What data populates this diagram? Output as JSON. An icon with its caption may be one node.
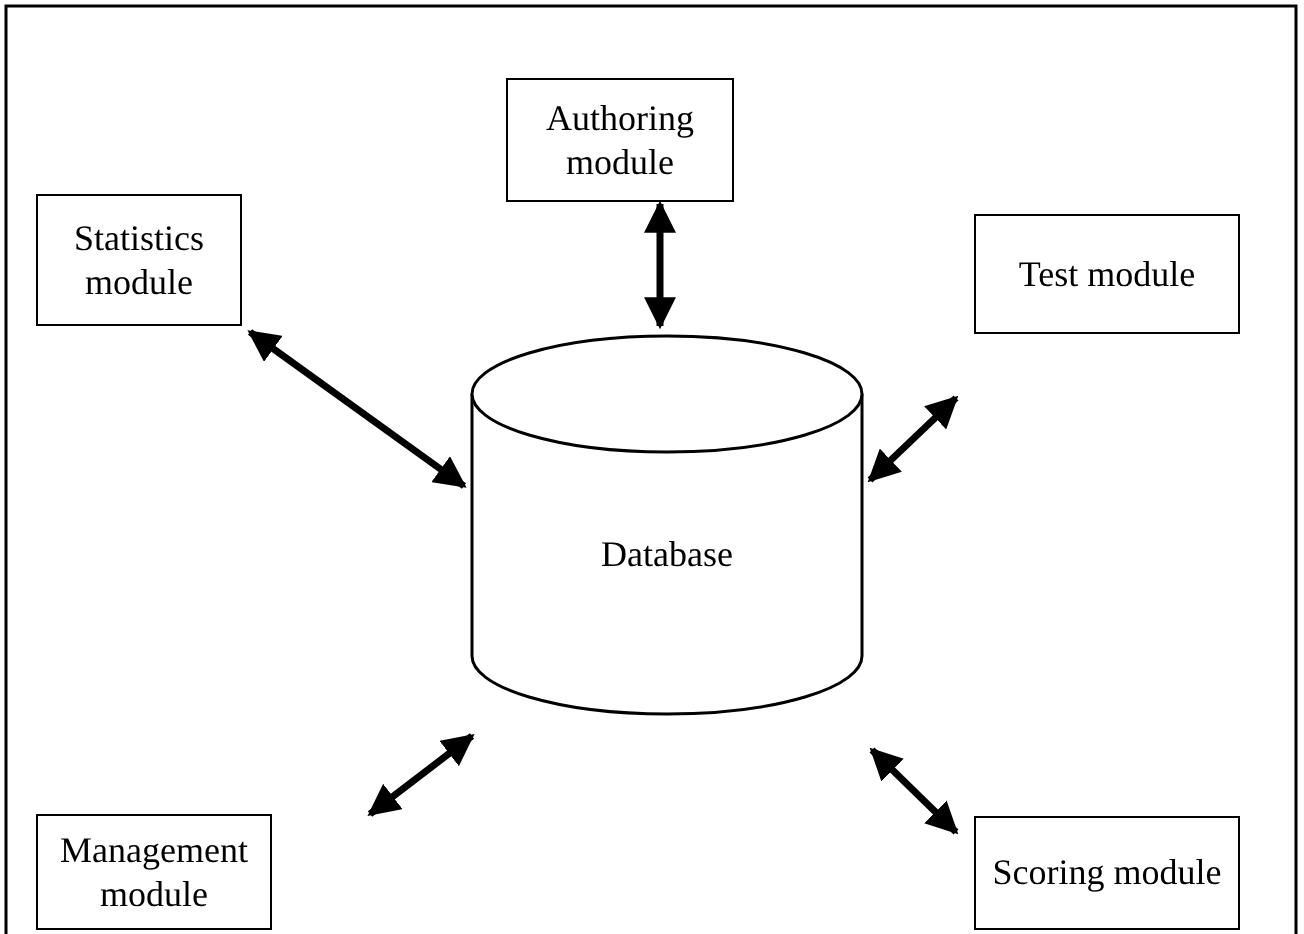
{
  "diagram": {
    "nodes": [
      {
        "text": [
          "Authoring module"
        ]
      },
      {
        "text": [
          "Statistics module"
        ]
      },
      {
        "text": [
          "Test module"
        ]
      },
      {
        "text": [
          "Database"
        ]
      },
      {
        "text": [
          "Management module"
        ]
      },
      {
        "text": [
          "Scoring module"
        ]
      }
    ],
    "edges": [
      {
        "from": 0,
        "to": 3,
        "arrow": "both"
      },
      {
        "from": 1,
        "to": 3,
        "arrow": "both"
      },
      {
        "from": 2,
        "to": 3,
        "arrow": "both"
      },
      {
        "from": 4,
        "to": 3,
        "arrow": "both"
      },
      {
        "from": 5,
        "to": 3,
        "arrow": "both"
      }
    ]
  }
}
